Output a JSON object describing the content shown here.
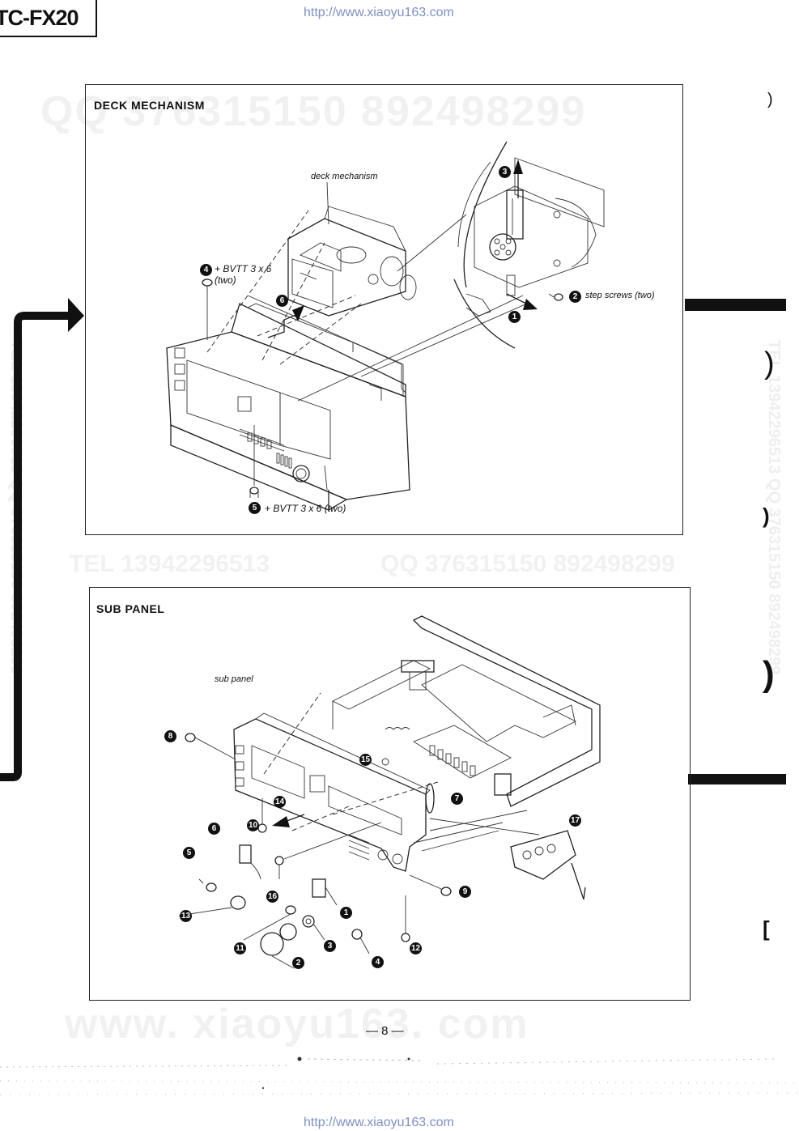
{
  "header": {
    "model": "TC-FX20",
    "url_top": "http://www.xiaoyu163.com",
    "url_bottom": "http://www.xiaoyu163.com"
  },
  "watermarks": {
    "qq_top": "QQ 376315150   892498299",
    "tel_mid": "TEL 13942296513",
    "qq_mid": "QQ 376315150  892498299",
    "site": "www. xiaoyu163. com",
    "side_right": "TEL 13942296513  QQ 376315150  892498299",
    "side_left": "TEL 13942296513  QQ 376315150  892498299"
  },
  "deck_panel": {
    "title": "DECK MECHANISM",
    "label_mechanism": "deck mechanism",
    "label_screw4a": "+ BVTT 3 x 6",
    "label_screw4b": "(two)",
    "label_step": "step screws (two)",
    "label_screw5": "+ BVTT 3 x 6 (two)",
    "num1": "1",
    "num2": "2",
    "num3": "3",
    "num4": "4",
    "num5": "5",
    "num6": "6"
  },
  "sub_panel": {
    "title": "SUB PANEL",
    "label_sub": "sub panel",
    "n1": "1",
    "n2": "2",
    "n3": "3",
    "n4": "4",
    "n5": "5",
    "n6": "6",
    "n7": "7",
    "n8": "8",
    "n9": "9",
    "n10": "10",
    "n11": "11",
    "n12": "12",
    "n13": "13",
    "n14": "14",
    "n15": "15",
    "n16": "16",
    "n17": "17"
  },
  "footer": {
    "page": "— 8 —"
  },
  "colors": {
    "ink": "#111111",
    "url": "#7d8fc7",
    "watermark": "#f1f1f1"
  }
}
